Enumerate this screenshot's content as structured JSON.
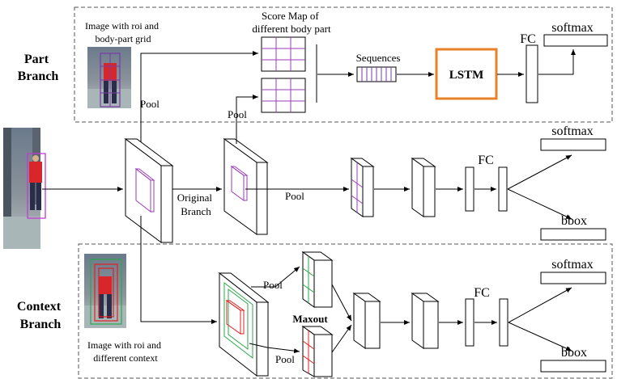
{
  "branches": {
    "part": [
      "Part",
      "Branch"
    ],
    "context": [
      "Context",
      "Branch"
    ]
  },
  "labels": {
    "image_roi_grid": [
      "Image  with roi and",
      "body-part grid"
    ],
    "score_map": [
      "Score Map of",
      "different body part"
    ],
    "sequences": "Sequences",
    "lstm": "LSTM",
    "fc": "FC",
    "softmax": "softmax",
    "bbox": "bbox",
    "pool": "Pool",
    "original_branch": [
      "Original",
      "Branch"
    ],
    "maxout": "Maxout",
    "image_roi_context": [
      "Image with roi and",
      "different context"
    ]
  },
  "colors": {
    "lstm_border": "#e8822a",
    "purple": "#9b3fb5",
    "green": "#2aa84a",
    "red": "#e02020",
    "dash": "#555555"
  }
}
